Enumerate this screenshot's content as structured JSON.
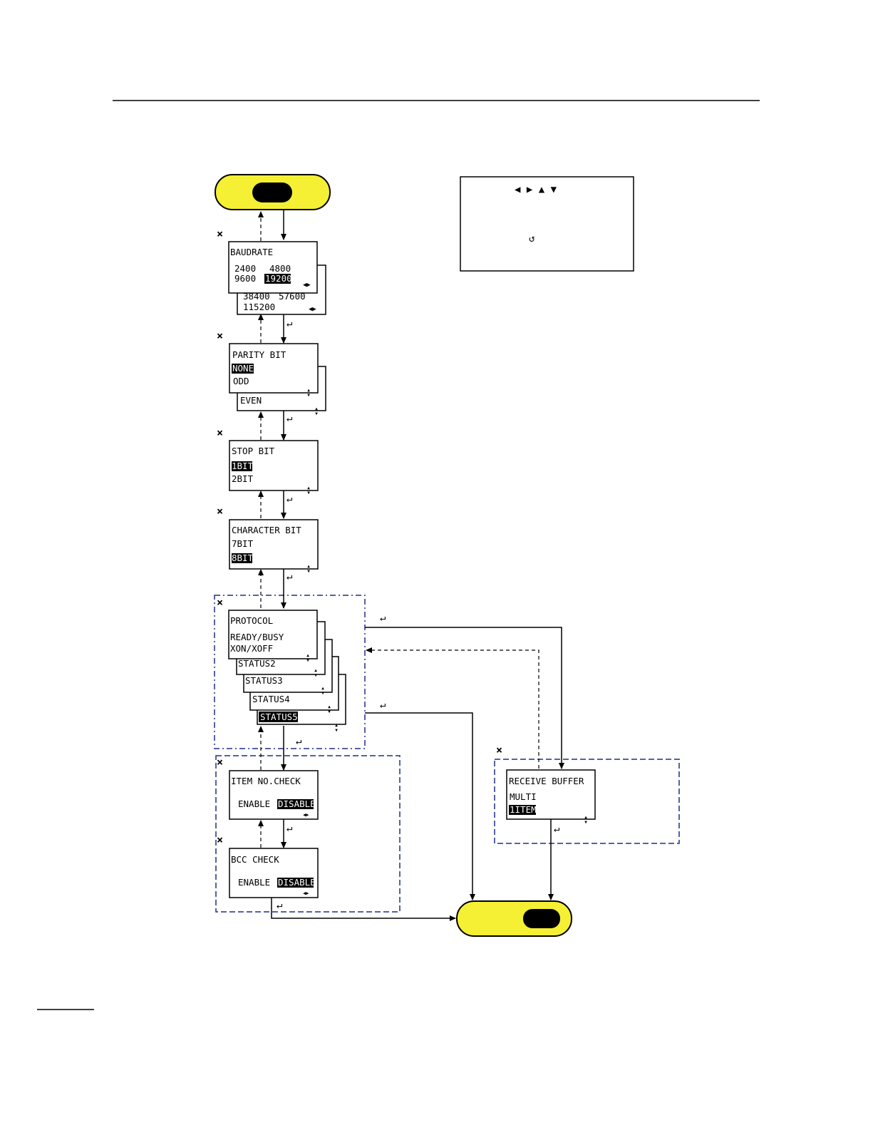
{
  "colors": {
    "start_end_fill": "#f5f033",
    "group_border": "#1f2d8c",
    "highlight_bg": "#000000",
    "highlight_fg": "#ffffff",
    "line": "#000000"
  },
  "icons": {
    "cancel": "×",
    "enter": "↵",
    "back": "↺",
    "up_down": "▲▼",
    "left_right": "◀▶"
  },
  "legend": {
    "arrow_keys": "◀ ▶ ▲ ▼",
    "back_key": "↺"
  },
  "screens": {
    "baudrate": {
      "title": "BAUDRATE",
      "opt1": "2400",
      "opt2": "4800",
      "opt3": "9600",
      "opt4_selected": "19200",
      "opt5": "38400",
      "opt6": "57600",
      "opt7": "115200"
    },
    "parity": {
      "title": "PARITY BIT",
      "opt1_selected": "NONE",
      "opt2": "ODD",
      "opt3": "EVEN"
    },
    "stop": {
      "title": "STOP BIT",
      "opt1_selected": "1BIT",
      "opt2": "2BIT"
    },
    "character": {
      "title": "CHARACTER BIT",
      "opt1": "7BIT",
      "opt2_selected": "8BIT"
    },
    "protocol": {
      "title": "PROTOCOL",
      "opt1": "READY/BUSY",
      "opt2": "XON/XOFF",
      "opt3": "STATUS2",
      "opt4": "STATUS3",
      "opt5": "STATUS4",
      "opt6_selected": "STATUS5"
    },
    "item_no": {
      "title": "ITEM NO.CHECK",
      "opt1": "ENABLE",
      "opt2_selected": "DISABLE"
    },
    "bcc": {
      "title": "BCC CHECK",
      "opt1": "ENABLE",
      "opt2_selected": "DISABLE"
    },
    "receive_buffer": {
      "title": "RECEIVE BUFFER",
      "opt1": "MULTI",
      "opt2_selected": "1ITEM"
    }
  }
}
